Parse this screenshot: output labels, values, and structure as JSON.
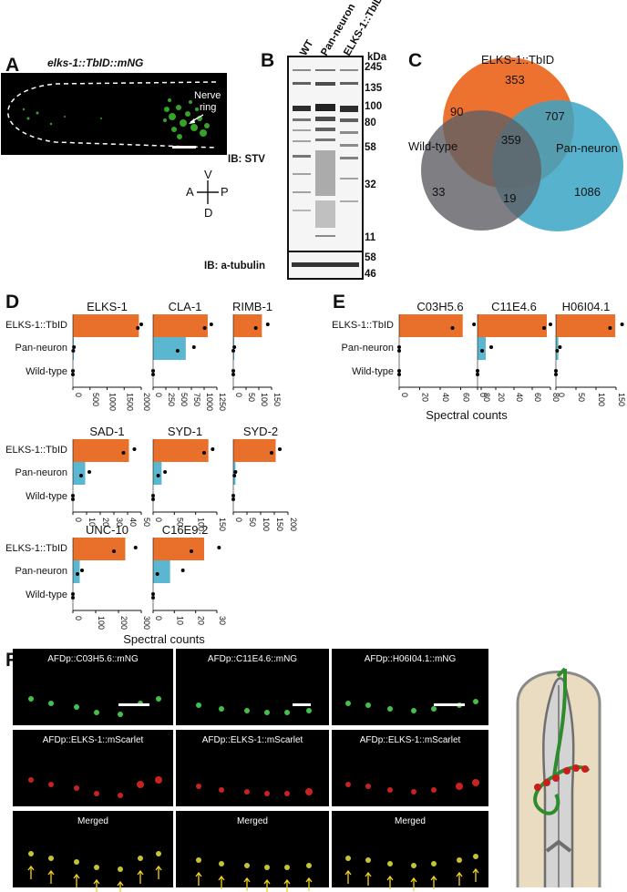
{
  "panels": {
    "A": "A",
    "B": "B",
    "C": "C",
    "D": "D",
    "E": "E",
    "F": "F"
  },
  "panel_a": {
    "title": "elks-1::TbID::mNG",
    "annotation_line1": "Nerve",
    "annotation_line2": "ring",
    "axis": {
      "V": "V",
      "A": "A",
      "P": "P",
      "D": "D"
    }
  },
  "panel_b": {
    "lanes": [
      "WT",
      "Pan-neuron",
      "ELKS-1::TbID"
    ],
    "kda_label": "kDa",
    "markers": [
      "245",
      "135",
      "100",
      "80",
      "58",
      "32",
      "11"
    ],
    "tubulin_markers": [
      "58",
      "46"
    ],
    "ib_stv": "IB: STV",
    "ib_tubulin": "IB: a-tubulin"
  },
  "panel_c": {
    "sets": [
      "ELKS-1::TbID",
      "Wild-type",
      "Pan-neuron"
    ],
    "regions": {
      "elks_only": "353",
      "wt_elks": "90",
      "elks_pan": "707",
      "all": "359",
      "wt_only": "33",
      "wt_pan": "19",
      "pan_only": "1086"
    },
    "colors": {
      "elks": "#ec6a25",
      "wt": "#5f5f64",
      "pan": "#3aa4c4"
    }
  },
  "axis_xlabel": "Spectral counts",
  "row_labels": [
    "ELKS-1::TbID",
    "Pan-neuron",
    "Wild-type"
  ],
  "colors": {
    "orange": "#e8702a",
    "blue": "#5bb7cf"
  },
  "chart_data": [
    {
      "type": "bar",
      "title": "ELKS-1",
      "categories": [
        "ELKS-1::TbID",
        "Pan-neuron",
        "Wild-type"
      ],
      "values": [
        1930,
        20,
        0
      ],
      "points": [
        [
          1900,
          2000
        ],
        [
          10,
          30
        ],
        [
          0,
          0
        ]
      ],
      "xlim": [
        0,
        2000
      ],
      "ticks": [
        "0",
        "500",
        "1000",
        "1500",
        "2000"
      ]
    },
    {
      "type": "bar",
      "title": "CLA-1",
      "categories": [
        "ELKS-1::TbID",
        "Pan-neuron",
        "Wild-type"
      ],
      "values": [
        1070,
        640,
        0
      ],
      "points": [
        [
          1010,
          1140
        ],
        [
          480,
          800
        ],
        [
          0,
          0
        ]
      ],
      "xlim": [
        0,
        1250
      ],
      "ticks": [
        "0",
        "250",
        "500",
        "750",
        "1000",
        "1250"
      ]
    },
    {
      "type": "bar",
      "title": "RIMB-1",
      "categories": [
        "ELKS-1::TbID",
        "Pan-neuron",
        "Wild-type"
      ],
      "values": [
        112,
        2,
        0
      ],
      "points": [
        [
          88,
          135
        ],
        [
          0,
          4
        ],
        [
          0,
          0
        ]
      ],
      "xlim": [
        0,
        150
      ],
      "ticks": [
        "0",
        "50",
        "100",
        "150"
      ]
    },
    {
      "type": "bar",
      "title": "SAD-1",
      "categories": [
        "ELKS-1::TbID",
        "Pan-neuron",
        "Wild-type"
      ],
      "values": [
        41,
        9,
        0
      ],
      "points": [
        [
          37,
          45
        ],
        [
          6,
          12
        ],
        [
          0,
          0
        ]
      ],
      "xlim": [
        0,
        50
      ],
      "ticks": [
        "0",
        "10",
        "20",
        "30",
        "40",
        "50"
      ]
    },
    {
      "type": "bar",
      "title": "SYD-1",
      "categories": [
        "ELKS-1::TbID",
        "Pan-neuron",
        "Wild-type"
      ],
      "values": [
        130,
        20,
        0
      ],
      "points": [
        [
          120,
          140
        ],
        [
          12,
          28
        ],
        [
          0,
          0
        ]
      ],
      "xlim": [
        0,
        150
      ],
      "ticks": [
        "0",
        "50",
        "100",
        "150"
      ]
    },
    {
      "type": "bar",
      "title": "SYD-2",
      "categories": [
        "ELKS-1::TbID",
        "Pan-neuron",
        "Wild-type"
      ],
      "values": [
        155,
        8,
        0
      ],
      "points": [
        [
          140,
          170
        ],
        [
          4,
          8
        ],
        [
          0,
          0
        ]
      ],
      "xlim": [
        0,
        200
      ],
      "ticks": [
        "0",
        "50",
        "100",
        "150",
        "200"
      ]
    },
    {
      "type": "bar",
      "title": "UNC-10",
      "categories": [
        "ELKS-1::TbID",
        "Pan-neuron",
        "Wild-type"
      ],
      "values": [
        230,
        30,
        0
      ],
      "points": [
        [
          180,
          275
        ],
        [
          20,
          40
        ],
        [
          0,
          0
        ]
      ],
      "xlim": [
        0,
        300
      ],
      "ticks": [
        "0",
        "100",
        "200",
        "300"
      ]
    },
    {
      "type": "bar",
      "title": "C16E9.2",
      "categories": [
        "ELKS-1::TbID",
        "Pan-neuron",
        "Wild-type"
      ],
      "values": [
        24,
        8,
        0
      ],
      "points": [
        [
          18,
          31
        ],
        [
          2,
          14
        ],
        [
          0,
          0
        ]
      ],
      "xlim": [
        0,
        30
      ],
      "ticks": [
        "0",
        "10",
        "20",
        "30"
      ]
    },
    {
      "type": "bar",
      "title": "C03H5.6",
      "categories": [
        "ELKS-1::TbID",
        "Pan-neuron",
        "Wild-type"
      ],
      "values": [
        62,
        0,
        0
      ],
      "points": [
        [
          52,
          73
        ],
        [
          0,
          0
        ],
        [
          0,
          0
        ]
      ],
      "xlim": [
        0,
        80
      ],
      "ticks": [
        "0",
        "20",
        "40",
        "60",
        "80"
      ]
    },
    {
      "type": "bar",
      "title": "C11E4.6",
      "categories": [
        "ELKS-1::TbID",
        "Pan-neuron",
        "Wild-type"
      ],
      "values": [
        76,
        9,
        0
      ],
      "points": [
        [
          73,
          80
        ],
        [
          5,
          15
        ],
        [
          0,
          0
        ]
      ],
      "xlim": [
        0,
        80
      ],
      "ticks": [
        "0",
        "20",
        "40",
        "60",
        "80"
      ]
    },
    {
      "type": "bar",
      "title": "H06I04.1",
      "categories": [
        "ELKS-1::TbID",
        "Pan-neuron",
        "Wild-type"
      ],
      "values": [
        148,
        6,
        0
      ],
      "points": [
        [
          135,
          165
        ],
        [
          3,
          10
        ],
        [
          0,
          0
        ]
      ],
      "xlim": [
        0,
        150
      ],
      "ticks": [
        "0",
        "50",
        "100",
        "150"
      ]
    }
  ],
  "panel_f": {
    "columns": [
      {
        "top": "AFDp::C03H5.6::mNG",
        "mid": "AFDp::ELKS-1::mScarlet",
        "bottom": "Merged"
      },
      {
        "top": "AFDp::C11E4.6::mNG",
        "mid": "AFDp::ELKS-1::mScarlet",
        "bottom": "Merged"
      },
      {
        "top": "AFDp::H06I04.1::mNG",
        "mid": "AFDp::ELKS-1::mScarlet",
        "bottom": "Merged"
      }
    ]
  }
}
